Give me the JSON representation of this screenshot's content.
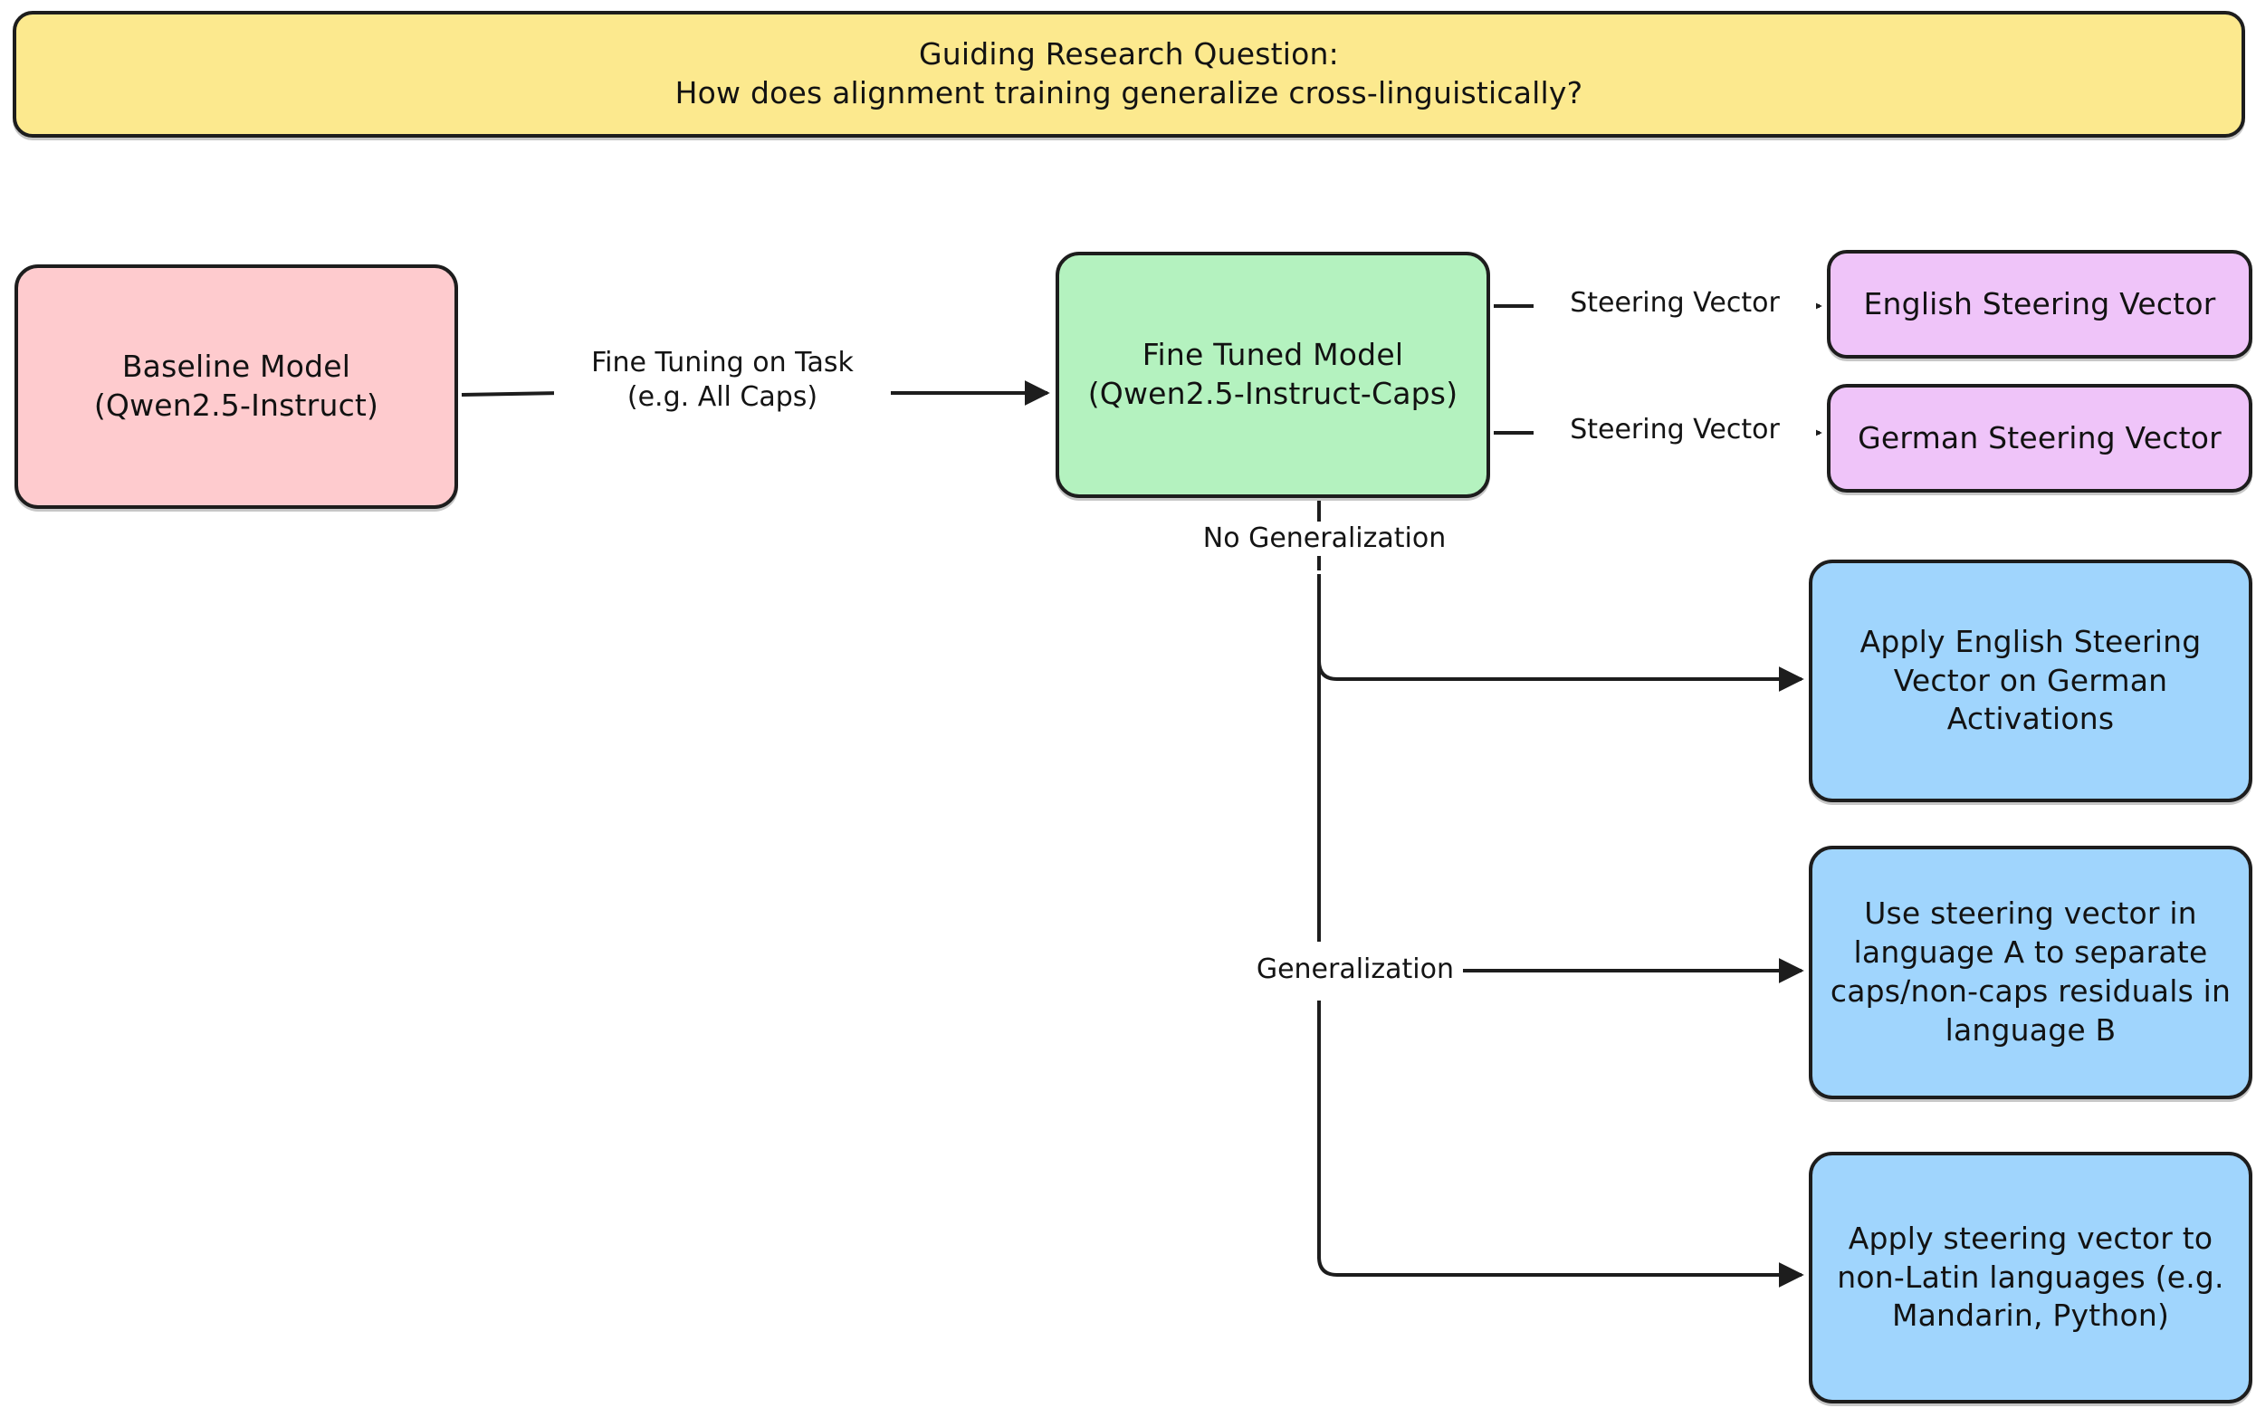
{
  "diagram": {
    "title": "Guiding Research Question flowchart",
    "colors": {
      "question": "#FCE98E",
      "baseline": "#FECBCE",
      "finetuned": "#B4F2BF",
      "steering_vector": "#EFC4F9",
      "experiment": "#A0D5FD",
      "stroke": "#1d1d1d",
      "background": "#ffffff"
    },
    "nodes": {
      "question": "Guiding Research Question:\nHow does alignment training generalize cross-linguistically?",
      "baseline_model": "Baseline Model\n(Qwen2.5-Instruct)",
      "fine_tuned_model": "Fine Tuned Model\n(Qwen2.5-Instruct-Caps)",
      "english_steering_vector": "English Steering Vector",
      "german_steering_vector": "German Steering Vector",
      "apply_english_on_german": "Apply English Steering Vector on German Activations",
      "separate_residuals": "Use steering vector in language A to separate caps/non-caps residuals in language B",
      "apply_non_latin": "Apply steering vector to non-Latin languages (e.g. Mandarin, Python)"
    },
    "edge_labels": {
      "fine_tuning": "Fine Tuning on Task\n(e.g. All Caps)",
      "steering_vector_english": "Steering Vector",
      "steering_vector_german": "Steering Vector",
      "no_generalization": "No Generalization",
      "generalization": "Generalization"
    }
  }
}
